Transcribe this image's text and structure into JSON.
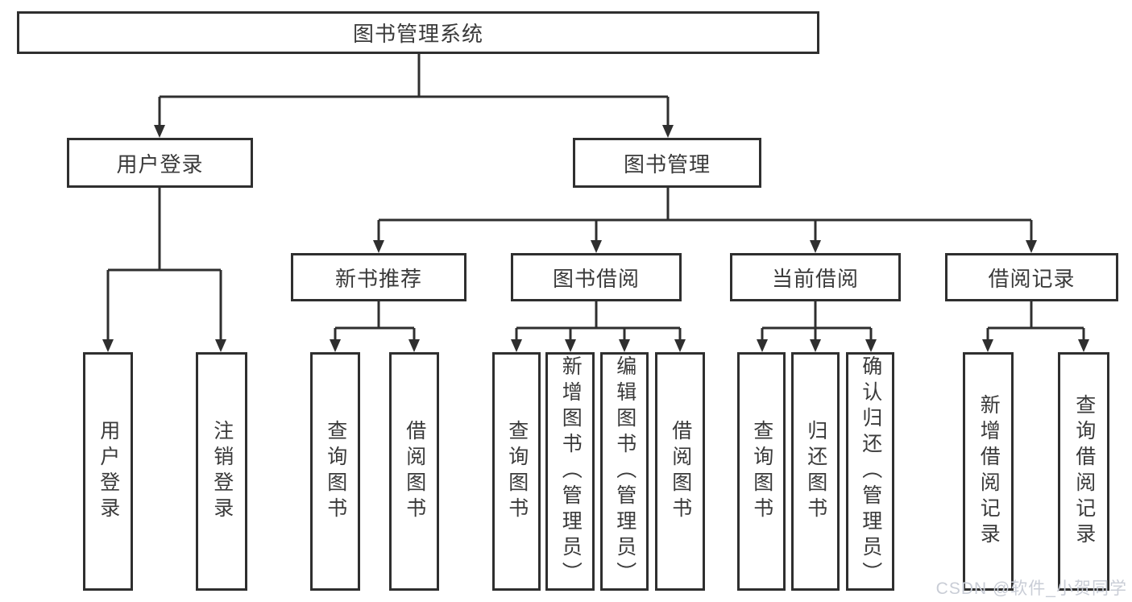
{
  "diagram": {
    "root": {
      "label": "图书管理系统"
    },
    "branches": [
      {
        "label": "用户登录",
        "leaves": [
          {
            "label": "用户登录"
          },
          {
            "label": "注销登录"
          }
        ]
      },
      {
        "label": "图书管理",
        "children": [
          {
            "label": "新书推荐",
            "leaves": [
              {
                "label": "查询图书"
              },
              {
                "label": "借阅图书"
              }
            ]
          },
          {
            "label": "图书借阅",
            "leaves": [
              {
                "label": "查询图书"
              },
              {
                "label": "新增图书（管理员）"
              },
              {
                "label": "编辑图书（管理员）"
              },
              {
                "label": "借阅图书"
              }
            ]
          },
          {
            "label": "当前借阅",
            "leaves": [
              {
                "label": "查询图书"
              },
              {
                "label": "归还图书"
              },
              {
                "label": "确认归还（管理员）"
              }
            ]
          },
          {
            "label": "借阅记录",
            "leaves": [
              {
                "label": "新增借阅记录"
              },
              {
                "label": "查询借阅记录"
              }
            ]
          }
        ]
      }
    ]
  },
  "watermark": {
    "text": "CSDN @软件_小贺同学",
    "color": "#c9cdd6"
  },
  "colors": {
    "line": "#2f2f2f",
    "box_border": "#2f2f2f",
    "text": "#3a3a3a",
    "background": "#ffffff"
  }
}
